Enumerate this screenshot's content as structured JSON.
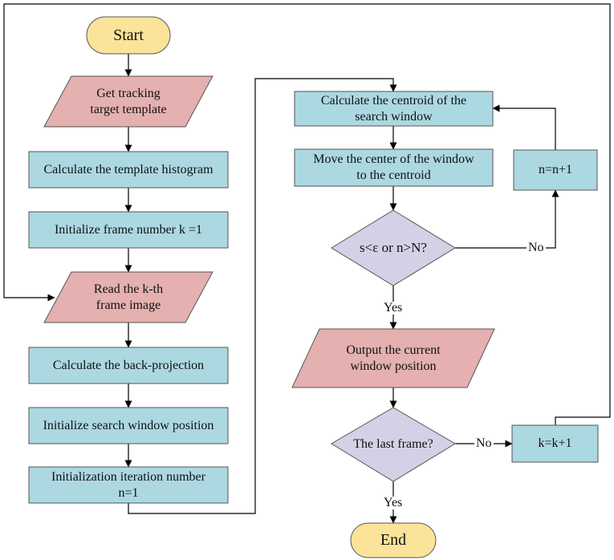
{
  "colors": {
    "process_fill": "#acd8e2",
    "io_fill": "#e4b0b0",
    "decision_fill": "#d6d0e6",
    "terminal_fill": "#fbe399",
    "stroke": "#555555",
    "arrow": "#000000"
  },
  "nodes": {
    "start": "Start",
    "get_template": "Get tracking\ntarget template",
    "calc_histogram": "Calculate the template histogram",
    "init_frame": "Initialize frame number k =1",
    "read_frame": "Read the k-th\nframe image",
    "back_projection": "Calculate the back-projection",
    "init_window": "Initialize search window position",
    "init_iteration": "Initialization iteration number\nn=1",
    "calc_centroid": "Calculate the centroid of the\nsearch window",
    "move_center": "Move the center of the window\nto the centroid",
    "n_increment": "n=n+1",
    "convergence": "s<ε or n>N?",
    "output_position": "Output the current\nwindow position",
    "last_frame": "The last frame?",
    "k_increment": "k=k+1",
    "end": "End"
  },
  "edge_labels": {
    "conv_no": "No",
    "conv_yes": "Yes",
    "last_no": "No",
    "last_yes": "Yes"
  }
}
